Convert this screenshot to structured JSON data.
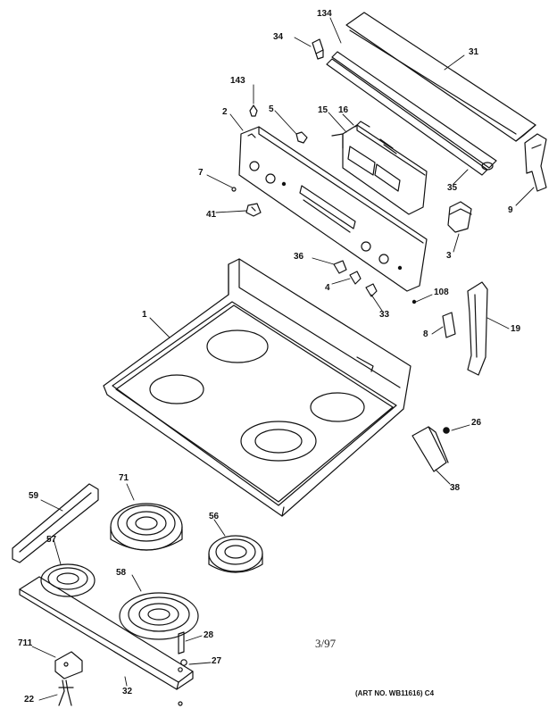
{
  "diagram": {
    "callouts": {
      "134": "134",
      "34": "34",
      "31": "31",
      "143": "143",
      "2": "2",
      "5": "5",
      "15": "15",
      "16": "16",
      "9": "9",
      "35": "35",
      "7": "7",
      "41": "41",
      "3": "3",
      "36": "36",
      "4": "4",
      "108": "108",
      "33": "33",
      "1": "1",
      "8": "8",
      "19": "19",
      "26": "26",
      "38": "38",
      "71": "71",
      "59": "59",
      "56": "56",
      "57": "57",
      "58": "58",
      "28": "28",
      "711": "711",
      "27": "27",
      "22": "22",
      "32": "32"
    },
    "date_stamp": "3/97",
    "art_number": "(ART NO. WB11616) C4"
  }
}
